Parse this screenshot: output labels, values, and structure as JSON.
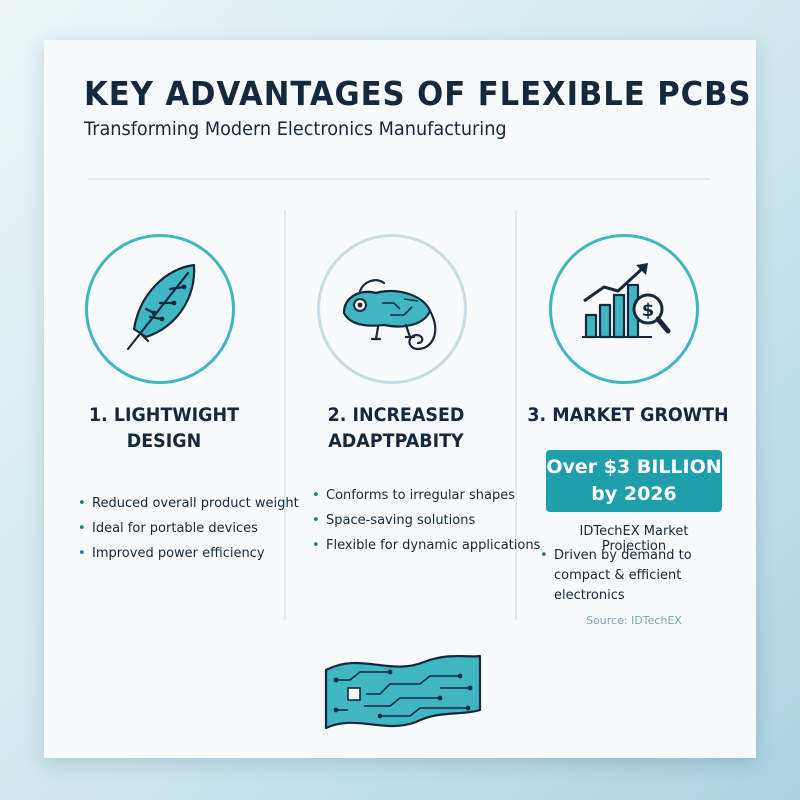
{
  "header": {
    "title": "KEY ADVANTAGES OF FLEXIBLE PCBS",
    "subtitle": "Transforming Modern Electronics Manufacturing"
  },
  "columns": [
    {
      "icon": "feather-icon",
      "heading": "1. LIGHTWIGHT DESIGN",
      "bullets": [
        "Reduced overall product weight",
        "Ideal for portable devices",
        "Improved power efficiency"
      ]
    },
    {
      "icon": "chameleon-icon",
      "heading": "2. INCREASED ADAPTPABITY",
      "bullets": [
        "Conforms to irregular shapes",
        "Space-saving solutions",
        "Flexible for dynamic applications"
      ]
    },
    {
      "icon": "growth-chart-icon",
      "heading": "3. MARKET GROWTH",
      "badge_line1": "Over $3 BILLION",
      "badge_line2": "by 2026",
      "projection": "IDTechEX Market Projection",
      "bullets": [
        "Driven by demand to compact & efficient electronics"
      ],
      "source": "Source: IDTechEX"
    }
  ],
  "footer": {
    "icon": "flexible-pcb-icon"
  },
  "colors": {
    "accent": "#1f9eab",
    "accent_light": "#3fb6c2",
    "text": "#16283e",
    "source": "#7aa7b3"
  }
}
